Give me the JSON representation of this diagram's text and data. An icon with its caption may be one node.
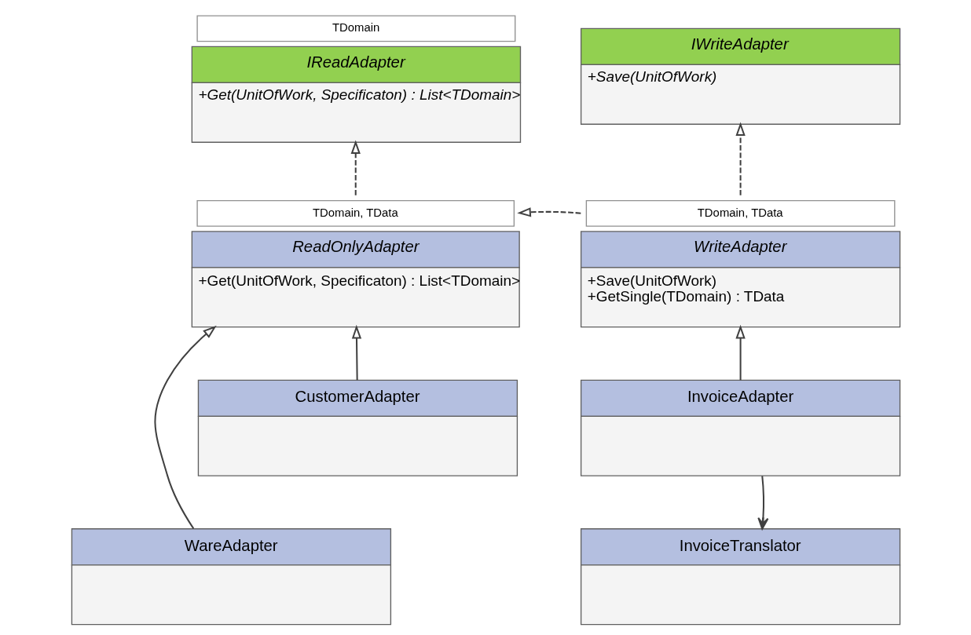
{
  "diagram": {
    "nodes": [
      {
        "text": [
          "TDomain",
          "IReadAdapter",
          "+Get(UnitOfWork, Specificaton) : List<TDomain>"
        ]
      },
      {
        "text": [
          "IWriteAdapter",
          "+Save(UnitOfWork)"
        ]
      },
      {
        "text": [
          "TDomain, TData",
          "ReadOnlyAdapter",
          "+Get(UnitOfWork, Specificaton) : List<TDomain>"
        ]
      },
      {
        "text": [
          "TDomain, TData",
          "WriteAdapter",
          "+Save(UnitOfWork)",
          "+GetSingle(TDomain) : TData"
        ]
      },
      {
        "text": [
          "CustomerAdapter"
        ]
      },
      {
        "text": [
          "WareAdapter"
        ]
      },
      {
        "text": [
          "InvoiceAdapter"
        ]
      },
      {
        "text": [
          "InvoiceTranslator"
        ]
      }
    ],
    "edges": [
      {
        "from": 2,
        "to": 0,
        "arrow": "to",
        "style": "dashed"
      },
      {
        "from": 3,
        "to": 1,
        "arrow": "to",
        "style": "dashed"
      },
      {
        "from": 3,
        "to": 2,
        "arrow": "to",
        "style": "dashed"
      },
      {
        "from": 4,
        "to": 2,
        "arrow": "to"
      },
      {
        "from": 5,
        "to": 2,
        "arrow": "to"
      },
      {
        "from": 6,
        "to": 3,
        "arrow": "to"
      },
      {
        "from": 6,
        "to": 7,
        "arrow": "to"
      }
    ]
  }
}
